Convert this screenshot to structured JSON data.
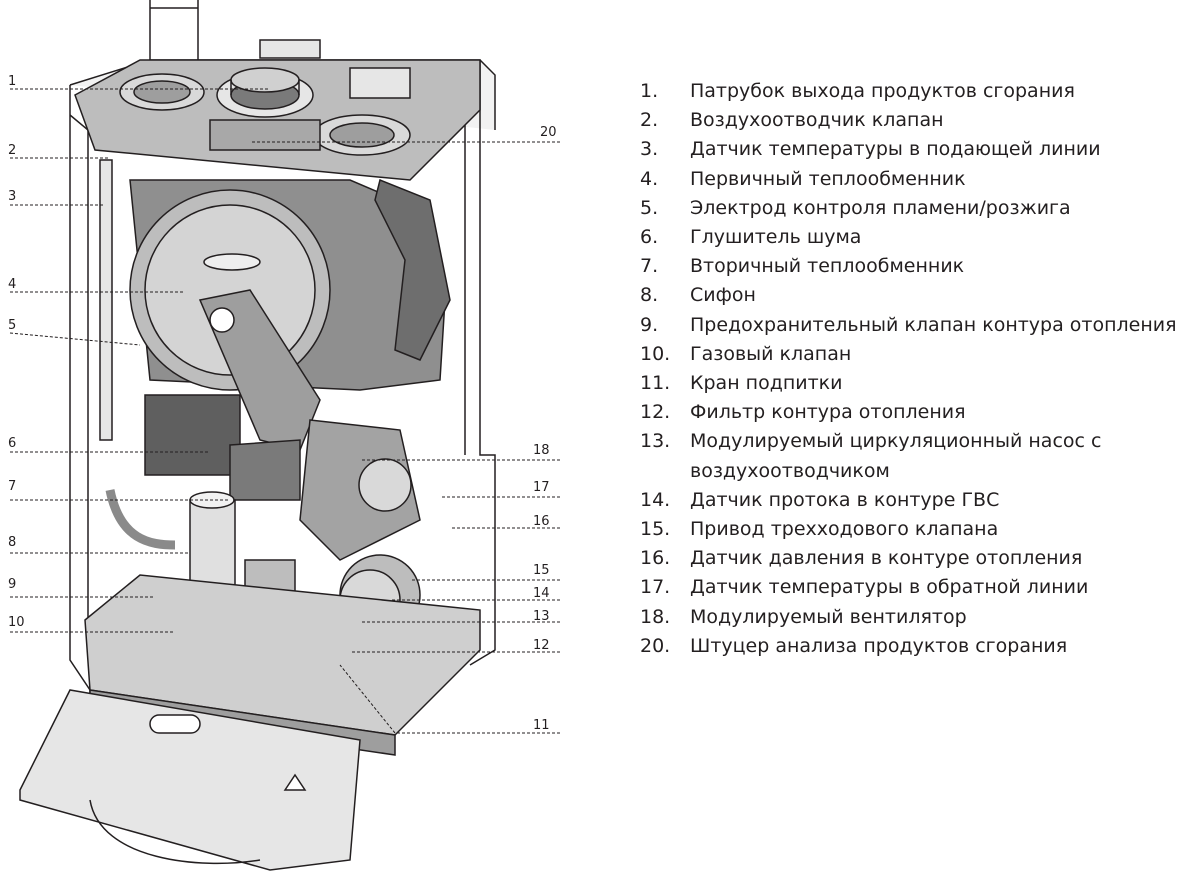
{
  "callouts": [
    "1",
    "2",
    "3",
    "4",
    "5",
    "6",
    "7",
    "8",
    "9",
    "10",
    "20",
    "18",
    "17",
    "16",
    "15",
    "14",
    "13",
    "12",
    "11"
  ],
  "legend": [
    {
      "num": "1.",
      "text": "Патрубок выхода продуктов сгорания"
    },
    {
      "num": "2.",
      "text": "Воздухоотводчик клапан"
    },
    {
      "num": "3.",
      "text": "Датчик температуры в подающей линии"
    },
    {
      "num": "4.",
      "text": "Первичный теплообменник"
    },
    {
      "num": "5.",
      "text": "Электрод контроля пламени/розжига"
    },
    {
      "num": "6.",
      "text": "Глушитель шума"
    },
    {
      "num": "7.",
      "text": "Вторичный теплообменник"
    },
    {
      "num": "8.",
      "text": "Сифон"
    },
    {
      "num": "9.",
      "text": "Предохранительный клапан контура отопления"
    },
    {
      "num": "10.",
      "text": "Газовый клапан"
    },
    {
      "num": "11.",
      "text": "Кран подпитки"
    },
    {
      "num": "12.",
      "text": "Фильтр контура отопления"
    },
    {
      "num": "13.",
      "text": "Модулируемый циркуляционный насос с воздухоотводчиком"
    },
    {
      "num": "14.",
      "text": "Датчик протока в контуре ГВС"
    },
    {
      "num": "15.",
      "text": "Привод трехходового клапана"
    },
    {
      "num": "16.",
      "text": "Датчик давления в контуре отопления"
    },
    {
      "num": "17.",
      "text": "Датчик температуры в обратной линии"
    },
    {
      "num": "18.",
      "text": "Модулируемый вентилятор"
    },
    {
      "num": "20.",
      "text": "Штуцер анализа продуктов сгорания"
    }
  ]
}
